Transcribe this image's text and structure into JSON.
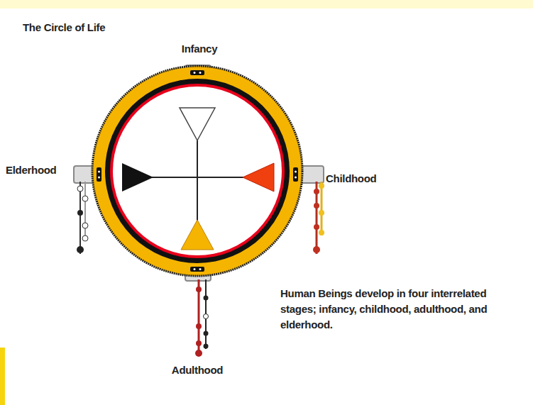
{
  "diagram": {
    "title": "The Circle of Life",
    "caption": "Human Beings develop in four interrelated stages; infancy, childhood, adulthood, and elderhood.",
    "labels": [
      "Infancy",
      "Elderhood",
      "Childhood",
      "Adulthood"
    ]
  }
}
